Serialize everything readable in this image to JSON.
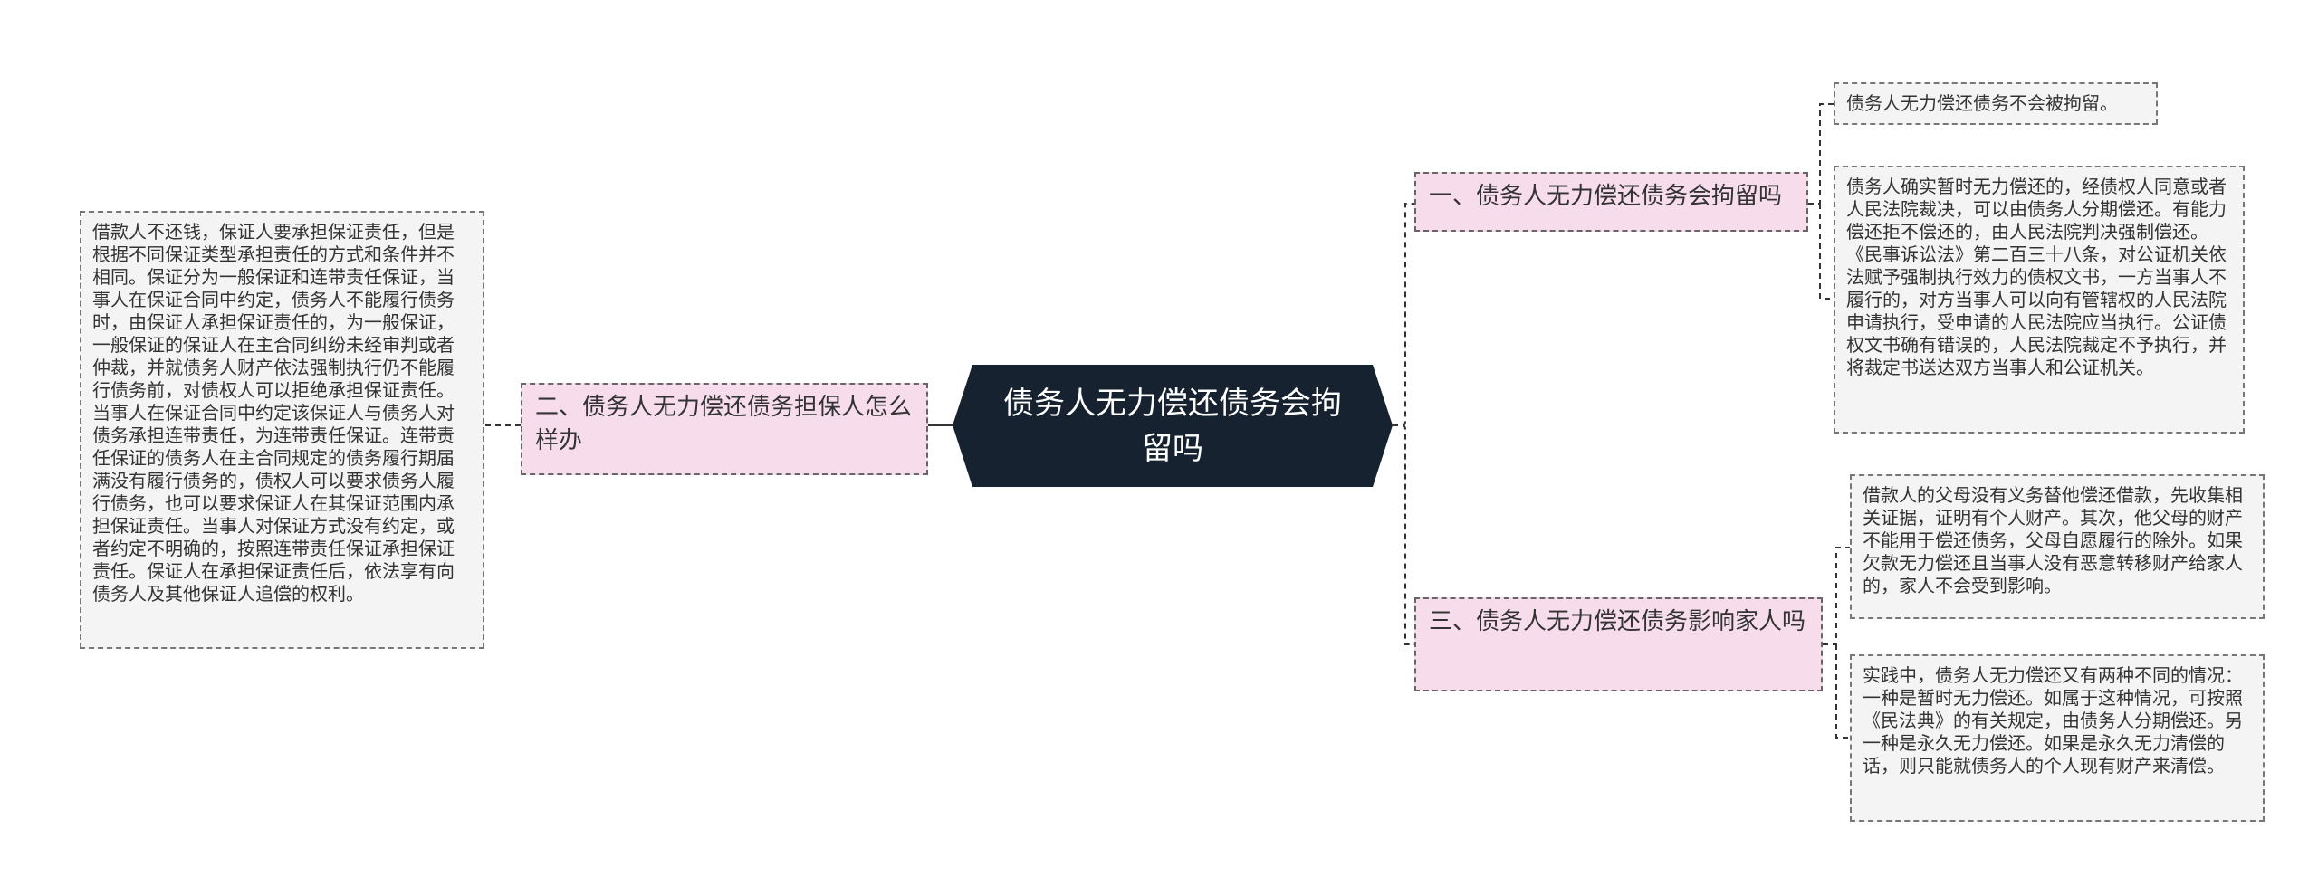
{
  "center": "债务人无力偿还债务会拘留吗",
  "branches": [
    {
      "label": "一、债务人无力偿还债务会拘留吗",
      "leaves": [
        "债务人无力偿还债务不会被拘留。",
        "债务人确实暂时无力偿还的，经债权人同意或者人民法院裁决，可以由债务人分期偿还。有能力偿还拒不偿还的，由人民法院判决强制偿还。《民事诉讼法》第二百三十八条，对公证机关依法赋予强制执行效力的债权文书，一方当事人不履行的，对方当事人可以向有管辖权的人民法院申请执行，受申请的人民法院应当执行。公证债权文书确有错误的，人民法院裁定不予执行，并将裁定书送达双方当事人和公证机关。"
      ]
    },
    {
      "label": "二、债务人无力偿还债务担保人怎么样办",
      "leaves": [
        "借款人不还钱，保证人要承担保证责任，但是根据不同保证类型承担责任的方式和条件并不相同。保证分为一般保证和连带责任保证，当事人在保证合同中约定，债务人不能履行债务时，由保证人承担保证责任的，为一般保证，一般保证的保证人在主合同纠纷未经审判或者仲裁，并就债务人财产依法强制执行仍不能履行债务前，对债权人可以拒绝承担保证责任。当事人在保证合同中约定该保证人与债务人对债务承担连带责任，为连带责任保证。连带责任保证的债务人在主合同规定的债务履行期届满没有履行债务的，债权人可以要求债务人履行债务，也可以要求保证人在其保证范围内承担保证责任。当事人对保证方式没有约定，或者约定不明确的，按照连带责任保证承担保证责任。保证人在承担保证责任后，依法享有向债务人及其他保证人追偿的权利。"
      ]
    },
    {
      "label": "三、债务人无力偿还债务影响家人吗",
      "leaves": [
        "借款人的父母没有义务替他偿还借款，先收集相关证据，证明有个人财产。其次，他父母的财产不能用于偿还债务，父母自愿履行的除外。如果欠款无力偿还且当事人没有恶意转移财产给家人的，家人不会受到影响。",
        "实践中，债务人无力偿还又有两种不同的情况：一种是暂时无力偿还。如属于这种情况，可按照《民法典》的有关规定，由债务人分期偿还。另一种是永久无力偿还。如果是永久无力清偿的话，则只能就债务人的个人现有财产来清偿。"
      ]
    }
  ]
}
